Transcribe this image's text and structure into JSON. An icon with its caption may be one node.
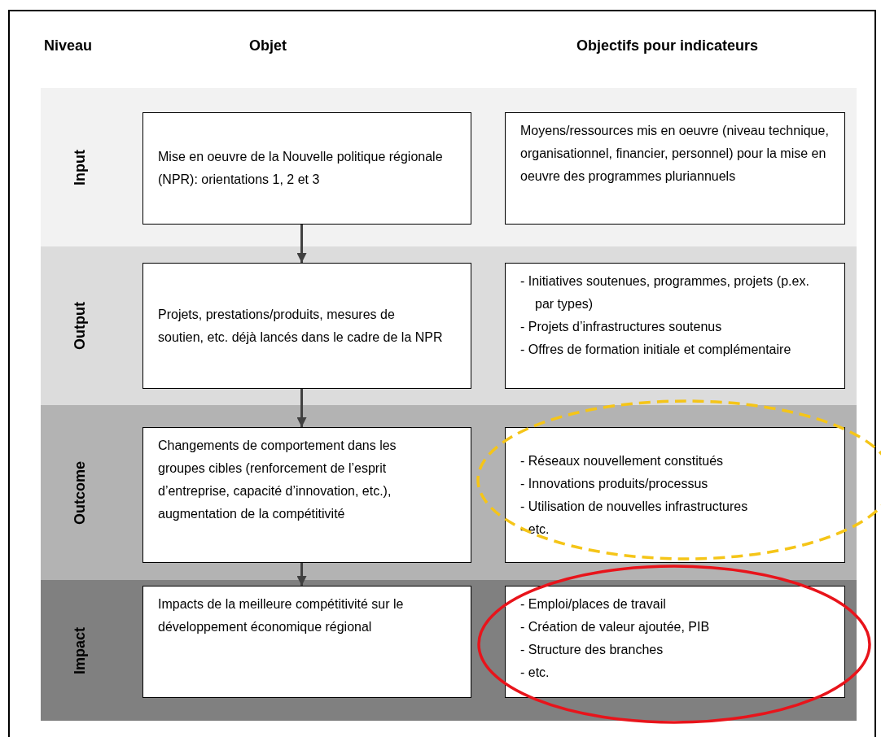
{
  "diagram": {
    "nodes": [
      {
        "text": [
          "Input"
        ]
      },
      {
        "text": [
          "Mise en oeuvre de la Nouvelle politique régionale (NPR): orientations 1, 2 et 3"
        ],
        "in": 0
      },
      {
        "text": [
          "Moyens/ressources mis en oeuvre (niveau technique, organisationnel, financier, personnel) pour la mise en oeuvre des programmes pluriannuels"
        ],
        "in": 0
      },
      {
        "text": [
          "Output"
        ]
      },
      {
        "text": [
          "Projets, prestations/produits, mesures de soutien, etc. déjà lancés dans le cadre de la NPR"
        ],
        "in": 3
      },
      {
        "text": [
          "- Initiatives soutenues, programmes, projets (p.ex. par types)",
          "- Projets d’infrastructures soutenus",
          "- Offres de formation initiale et complémentaire"
        ],
        "in": 3
      },
      {
        "text": [
          "Outcome"
        ]
      },
      {
        "text": [
          "Changements de comportement dans les groupes cibles (renforcement de l’esprit d’entreprise, capacité d’innovation, etc.), augmentation de la compétitivité"
        ],
        "in": 6
      },
      {
        "text": [
          "- Réseaux nouvellement constitués",
          "- Innovations produits/processus",
          "- Utilisation de nouvelles infrastructures",
          "- etc."
        ],
        "in": 6
      },
      {
        "text": [
          "Impact"
        ]
      },
      {
        "text": [
          "Impacts de la meilleure compétitivité sur le développement économique régional"
        ],
        "in": 9
      },
      {
        "text": [
          "- Emploi/places de travail",
          "- Création de valeur ajoutée, PIB",
          "- Structure des branches",
          "- etc."
        ],
        "in": 9
      }
    ],
    "edges": [
      {
        "from": 1,
        "to": 4,
        "arrow": "to"
      },
      {
        "from": 4,
        "to": 7,
        "arrow": "to"
      },
      {
        "from": 7,
        "to": 10,
        "arrow": "to"
      }
    ],
    "labels": [
      "Niveau",
      "Objet",
      "Objectifs pour indicateurs"
    ]
  }
}
